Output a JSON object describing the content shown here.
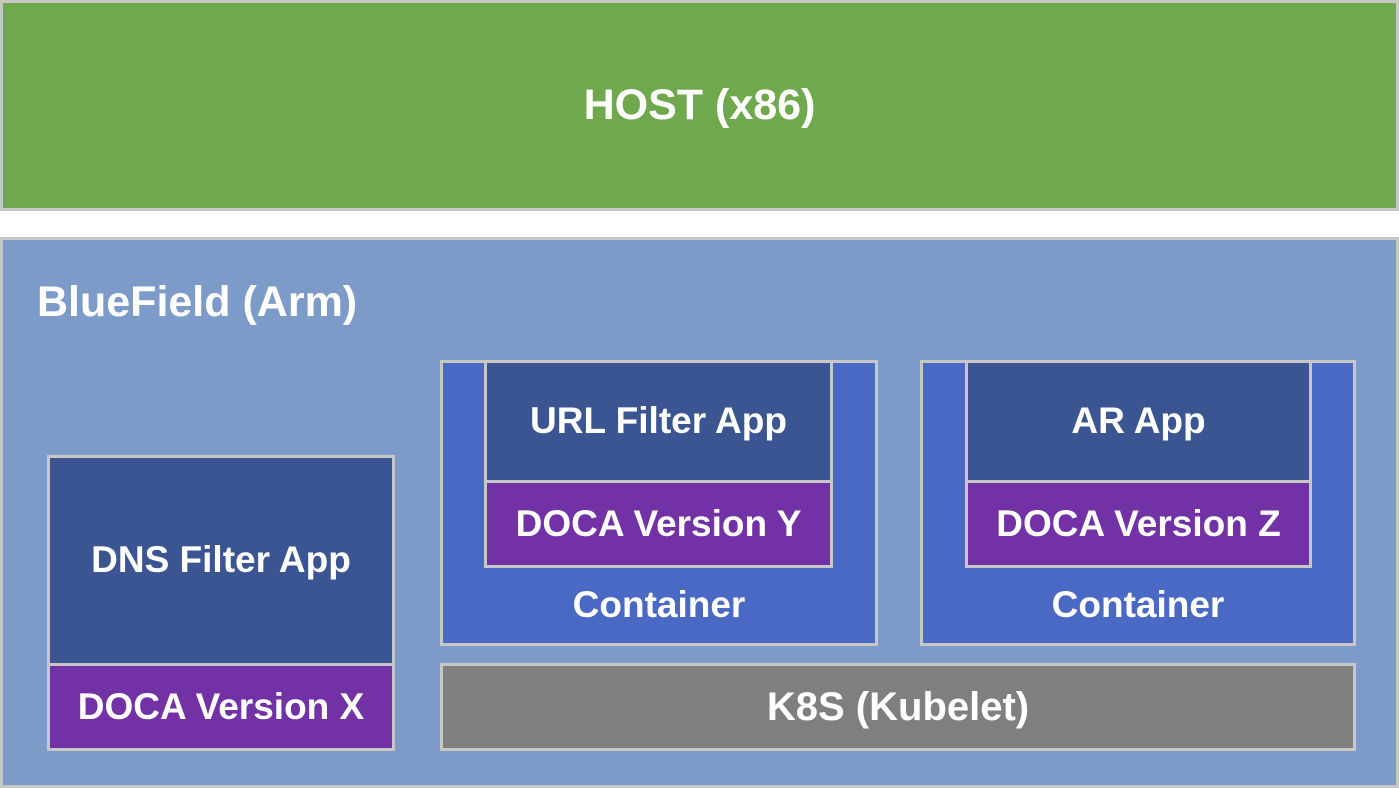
{
  "diagram": {
    "host": {
      "label": "HOST (x86)"
    },
    "bluefield": {
      "label": "BlueField (Arm)",
      "dns_app": {
        "app_label": "DNS Filter App",
        "doca_label": "DOCA Version X"
      },
      "containers": [
        {
          "app_label": "URL Filter App",
          "doca_label": "DOCA Version Y",
          "label": "Container"
        },
        {
          "app_label": "AR App",
          "doca_label": "DOCA Version Z",
          "label": "Container"
        }
      ],
      "k8s": {
        "label": "K8S (Kubelet)"
      }
    },
    "colors": {
      "host_green": "#70a84e",
      "bluefield_blue": "#7d9bc9",
      "container_blue": "#4a69c4",
      "app_navy": "#3b5592",
      "doca_purple": "#7232a6",
      "k8s_gray": "#7f7f7f",
      "border_gray": "#c9c6c6",
      "text_white": "#ffffff"
    }
  }
}
